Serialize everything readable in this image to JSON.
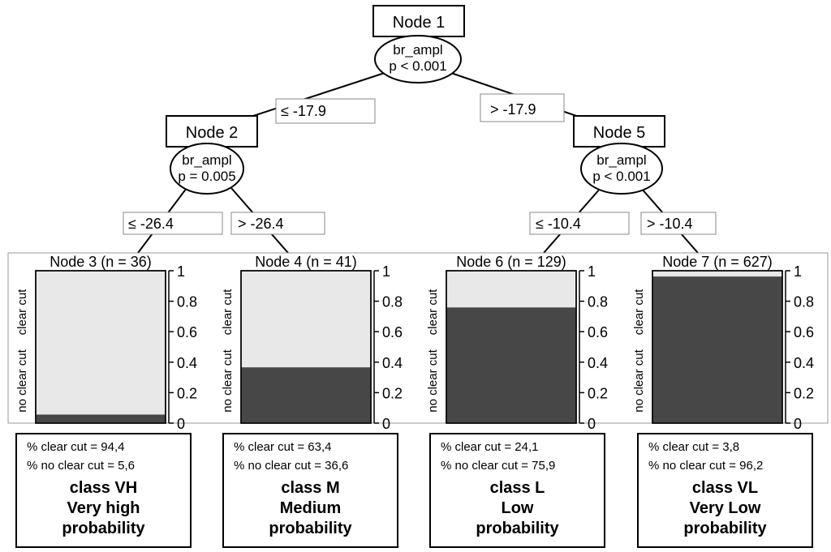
{
  "inner_nodes": [
    {
      "label": "Node 1",
      "variable": "br_ampl",
      "p": "p < 0.001"
    },
    {
      "label": "Node 2",
      "variable": "br_ampl",
      "p": "p = 0.005"
    },
    {
      "label": "Node 5",
      "variable": "br_ampl",
      "p": "p < 0.001"
    }
  ],
  "edge_labels": [
    "≤ -17.9",
    "> -17.9",
    "≤ -26.4",
    "> -26.4",
    "≤ -10.4",
    "> -10.4"
  ],
  "bar_axis_ticks": [
    "1",
    "0.8",
    "0.6",
    "0.4",
    "0.2",
    "0"
  ],
  "bar_axis_cats": [
    "clear cut",
    "no clear cut"
  ],
  "terminal_nodes": [
    {
      "title": "Node 3 (n = 36)",
      "clear_cut": 0.944,
      "line1": "% clear cut = 94,4",
      "line2": "% no clear cut = 5,6",
      "class": "class VH",
      "desc1": "Very high",
      "desc2": "probability"
    },
    {
      "title": "Node 4 (n = 41)",
      "clear_cut": 0.634,
      "line1": "% clear cut = 63,4",
      "line2": "% no clear cut = 36,6",
      "class": "class M",
      "desc1": "Medium",
      "desc2": "probability"
    },
    {
      "title": "Node 6 (n = 129)",
      "clear_cut": 0.241,
      "line1": "% clear cut  = 24,1",
      "line2": "% no clear cut = 75,9",
      "class": "class L",
      "desc1": "Low",
      "desc2": "probability"
    },
    {
      "title": "Node 7 (n = 627)",
      "clear_cut": 0.038,
      "line1": "% clear cut = 3,8",
      "line2": "% no clear cut = 96,2",
      "class": "class VL",
      "desc1": "Very Low",
      "desc2": "probability"
    }
  ],
  "colors": {
    "clear_cut": "#e8e8e8",
    "no_clear_cut": "#474747"
  }
}
